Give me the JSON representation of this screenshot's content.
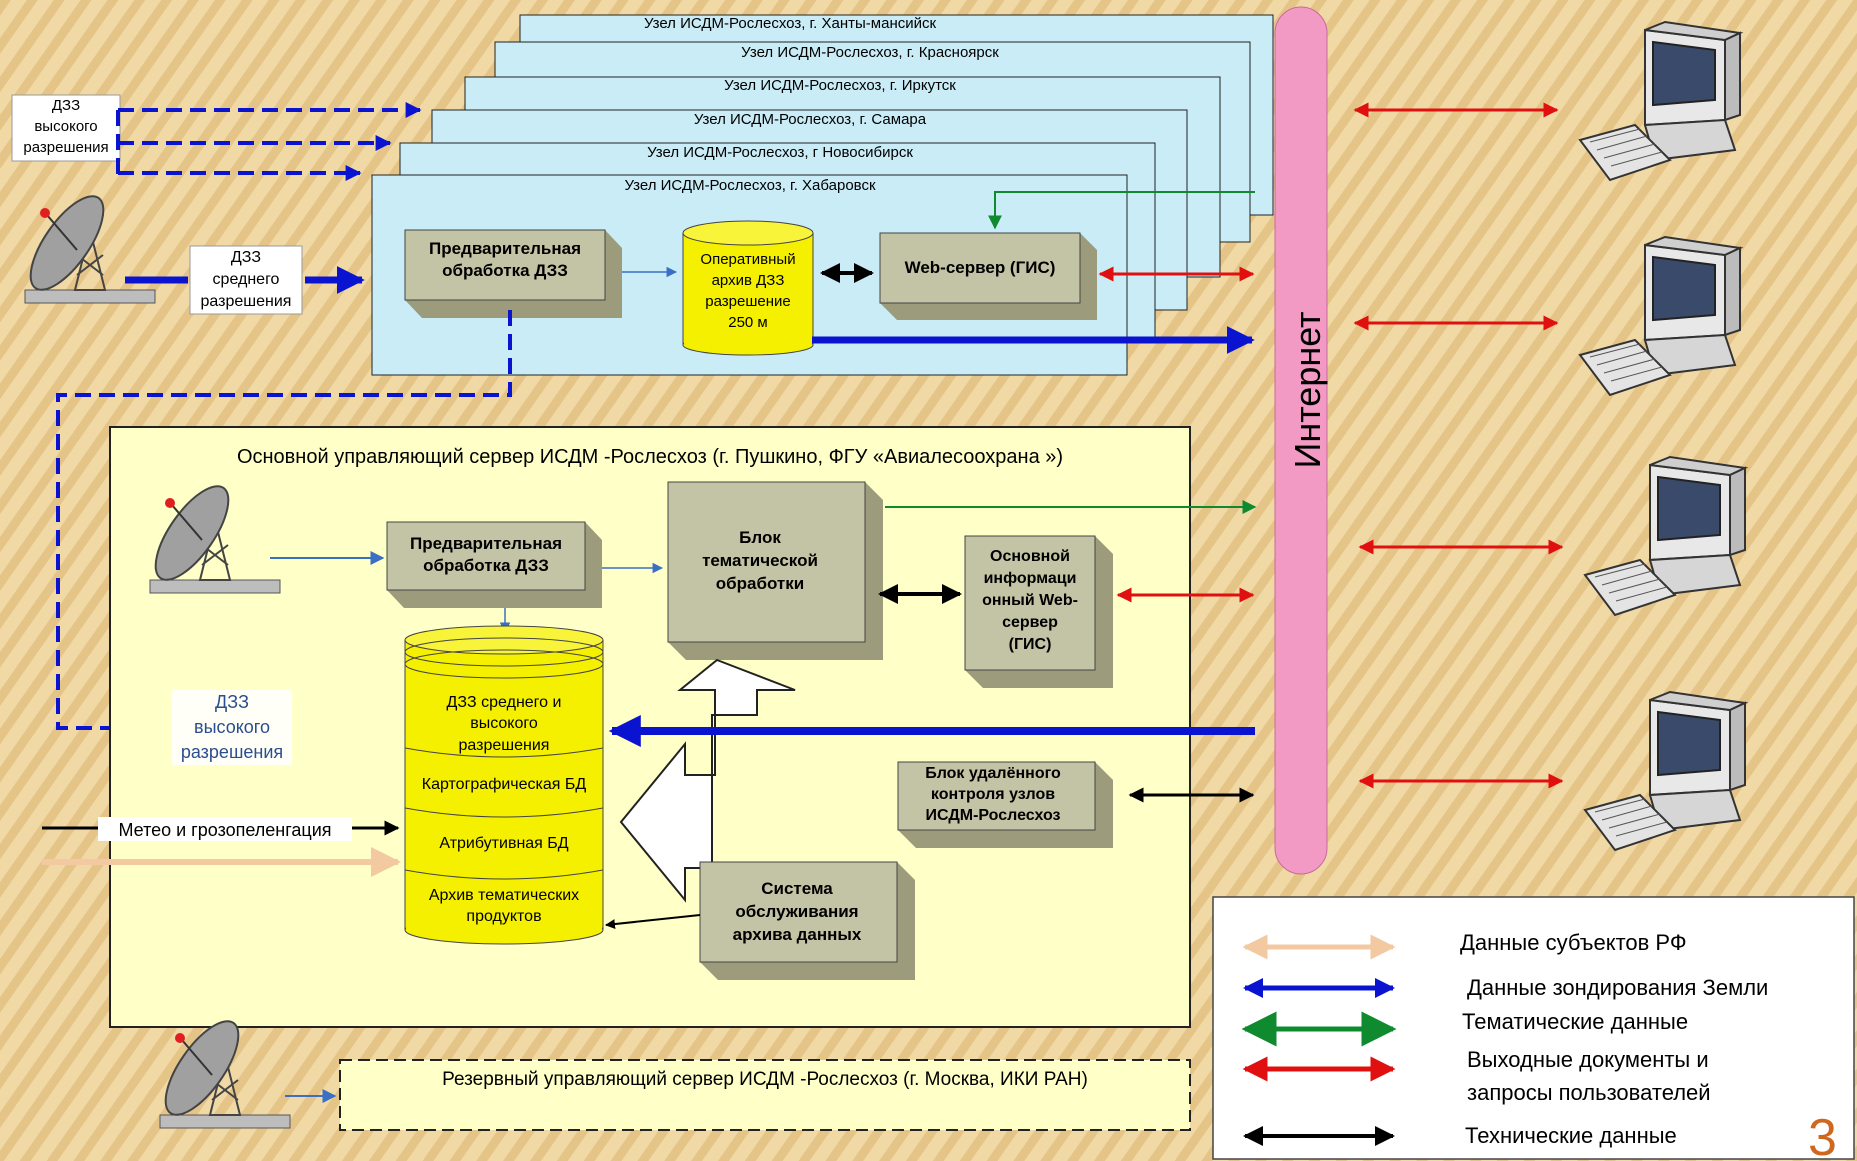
{
  "nodes": [
    "Узел ИСДМ-Рослесхоз, г. Ханты-мансийск",
    "Узел ИСДМ-Рослесхоз, г. Красноярск",
    "Узел ИСДМ-Рослесхоз, г. Иркутск",
    "Узел ИСДМ-Рослесхоз, г. Самара",
    "Узел ИСДМ-Рослесхоз, г Новосибирск",
    "Узел ИСДМ-Рослесхоз, г. Хабаровск"
  ],
  "regional": {
    "preproc": [
      "Предварительная",
      "обработка ДЗЗ"
    ],
    "archive": [
      "Оперативный",
      "архив ДЗЗ",
      "разрешение",
      "250 м"
    ],
    "web": "Web-сервер (ГИС)"
  },
  "inputs": {
    "high_res_top": [
      "ДЗЗ",
      "высокого",
      "разрешения"
    ],
    "mid_res": [
      "ДЗЗ",
      "среднего",
      "разрешения"
    ],
    "high_res_main": [
      "ДЗЗ",
      "высокого",
      "разрешения"
    ],
    "meteo": "Метео и грозопеленгация"
  },
  "internet": "Интернет",
  "main_server": {
    "title": "Основной управляющий сервер ИСДМ -Рослесхоз (г. Пушкино, ФГУ «Авиалесоохрана »)",
    "preproc": [
      "Предварительная",
      "обработка ДЗЗ"
    ],
    "thematic": [
      "Блок",
      "тематической",
      "обработки"
    ],
    "web": [
      "Основной",
      "информаци",
      "онный Web-",
      "сервер",
      "(ГИС)"
    ],
    "db": {
      "remote": [
        "ДЗЗ среднего и",
        "высокого",
        "разрешения"
      ],
      "carto": "Картографическая БД",
      "attr": "Атрибутивная БД",
      "archive": [
        "Архив тематических",
        "продуктов"
      ]
    },
    "remote_control": [
      "Блок удалённого",
      "контроля узлов",
      "ИСДМ-Рослесхоз"
    ],
    "archive_service": [
      "Система",
      "обслуживания",
      "архива данных"
    ]
  },
  "reserve": "Резервный управляющий сервер ИСДМ -Рослесхоз (г. Москва, ИКИ РАН)",
  "legend": [
    {
      "label": [
        "Данные субъектов РФ"
      ],
      "color": "#f2c9a0"
    },
    {
      "label": [
        "Данные зондирования Земли"
      ],
      "color": "#0a14d0"
    },
    {
      "label": [
        "Тематические данные"
      ],
      "color": "#0f8a2e"
    },
    {
      "label": [
        "Выходные документы и",
        "запросы пользователей"
      ],
      "color": "#e01010"
    },
    {
      "label": [
        "Технические данные"
      ],
      "color": "#000000"
    }
  ],
  "page_number": "3",
  "colors": {
    "node_fill": "#c9ecf7",
    "box_fill": "#c3c3a5",
    "db_fill": "#f5f000",
    "main_fill": "#ffffc8",
    "internet": "#f29ac4",
    "page_number": "#d0671f"
  }
}
